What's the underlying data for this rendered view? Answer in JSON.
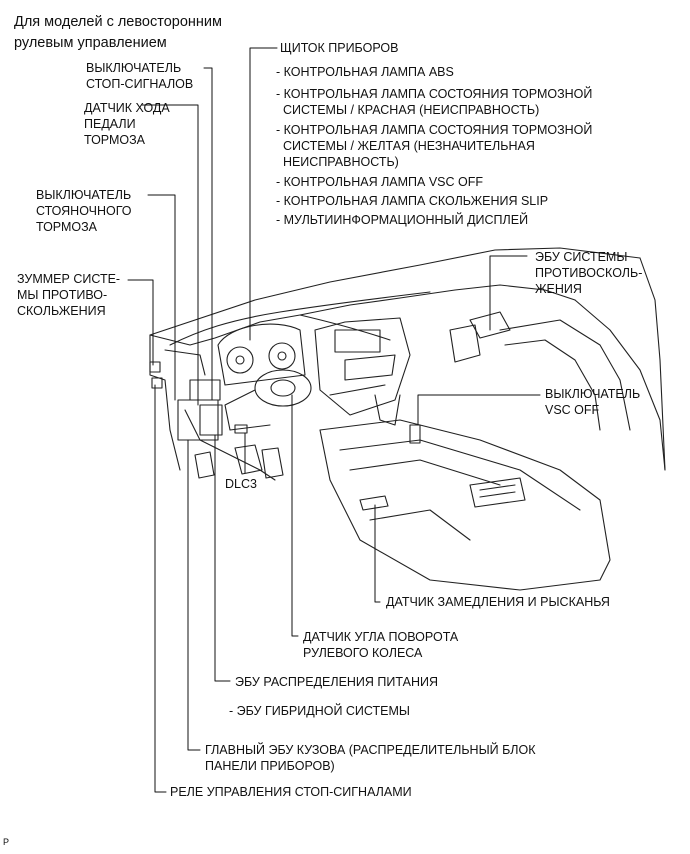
{
  "title": "Для моделей с левосторонним\nрулевым управлением",
  "corner_mark": "P",
  "labels": {
    "stop_switch": "ВЫКЛЮЧАТЕЛЬ\nСТОП-СИГНАЛОВ",
    "pedal_sensor": "ДАТЧИК ХОДА\nПЕДАЛИ\nТОРМОЗА",
    "parking_switch": "ВЫКЛЮЧАТЕЛЬ\nСТОЯНОЧНОГО\nТОРМОЗА",
    "buzzer": "ЗУММЕР СИСТЕ-\nМЫ ПРОТИВО-\nСКОЛЬЖЕНИЯ",
    "combination_meter": "ЩИТОК ПРИБОРОВ",
    "meter_items": [
      "- КОНТРОЛЬНАЯ ЛАМПА ABS",
      "- КОНТРОЛЬНАЯ ЛАМПА СОСТОЯНИЯ ТОРМОЗНОЙ\n  СИСТЕМЫ / КРАСНАЯ (НЕИСПРАВНОСТЬ)",
      "- КОНТРОЛЬНАЯ ЛАМПА СОСТОЯНИЯ ТОРМОЗНОЙ\n  СИСТЕМЫ / ЖЕЛТАЯ (НЕЗНАЧИТЕЛЬНАЯ\n  НЕИСПРАВНОСТЬ)",
      "- КОНТРОЛЬНАЯ ЛАМПА VSC OFF",
      "- КОНТРОЛЬНАЯ ЛАМПА СКОЛЬЖЕНИЯ SLIP",
      "- МУЛЬТИИНФОРМАЦИОННЫЙ ДИСПЛЕЙ"
    ],
    "skid_ecu": "ЭБУ СИСТЕМЫ\nПРОТИВОСКОЛЬ-\nЖЕНИЯ",
    "vsc_off_switch": "ВЫКЛЮЧАТЕЛЬ\nVSC OFF",
    "dlc3": "DLC3",
    "yaw_sensor": "ДАТЧИК ЗАМЕДЛЕНИЯ И РЫСКАНЬЯ",
    "steering_sensor": "ДАТЧИК УГЛА ПОВОРОТА\nРУЛЕВОГО КОЛЕСА",
    "power_ecu": "ЭБУ РАСПРЕДЕЛЕНИЯ ПИТАНИЯ",
    "hybrid_ecu": "- ЭБУ ГИБРИДНОЙ СИСТЕМЫ",
    "body_ecu": "ГЛАВНЫЙ ЭБУ КУЗОВА (РАСПРЕДЕЛИТЕЛЬНЫЙ БЛОК\nПАНЕЛИ ПРИБОРОВ)",
    "stop_relay": "РЕЛЕ УПРАВЛЕНИЯ СТОП-СИГНАЛАМИ"
  }
}
